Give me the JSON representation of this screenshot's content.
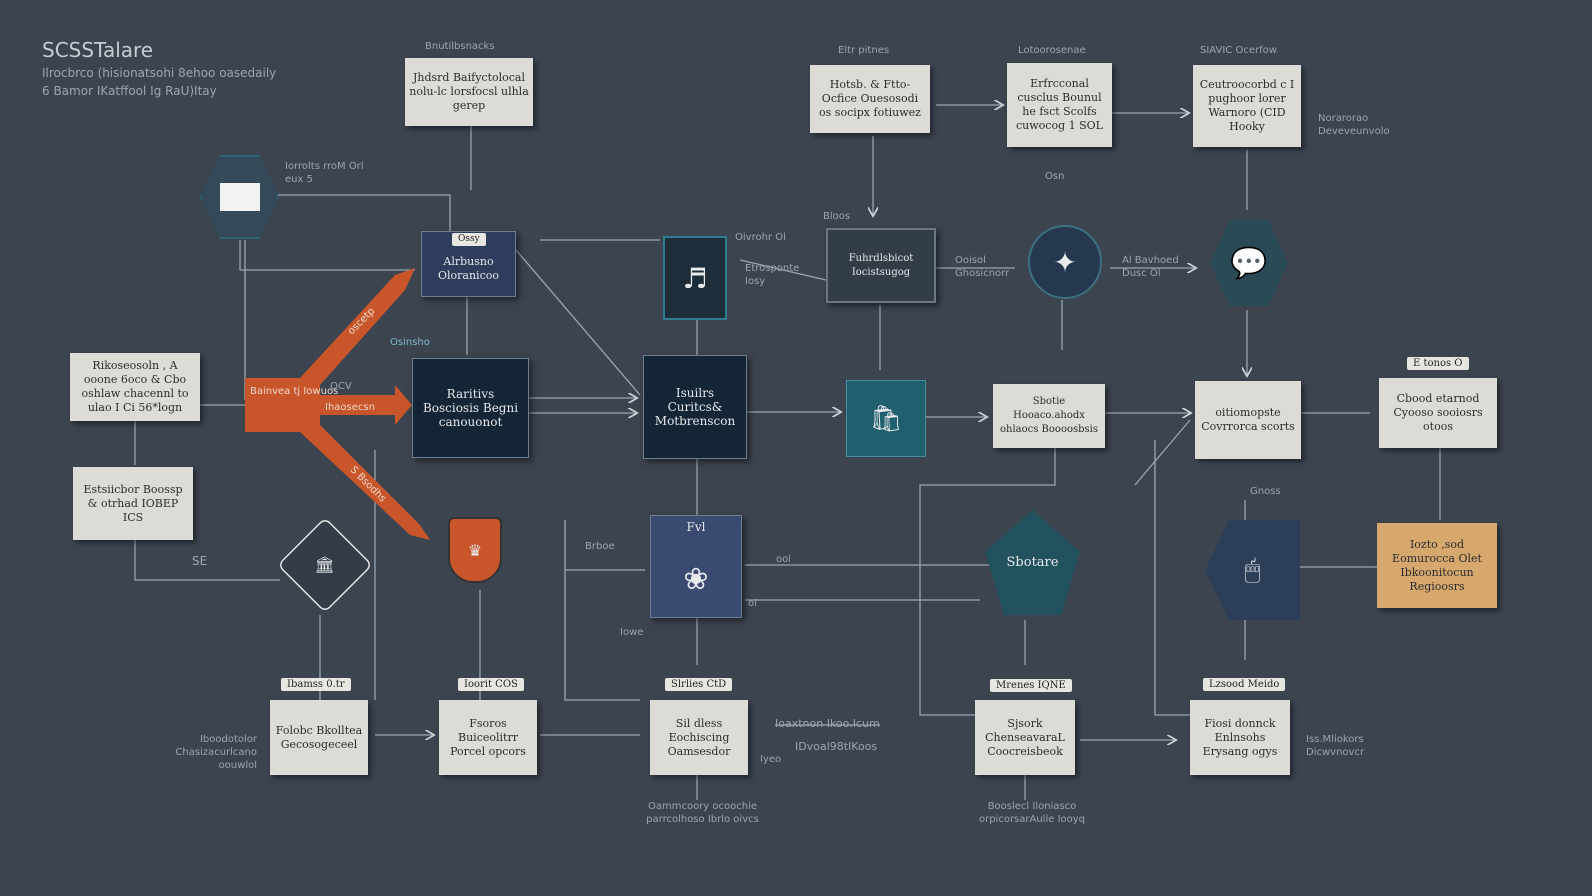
{
  "header": {
    "title": "SCSSTalare",
    "subtitle_1": "Ilrocbrco (hisionatsohi 8ehoo oasedaily",
    "subtitle_2": "6 Bamor IKatffool Ig RaU)Itay"
  },
  "top_nodes": [
    {
      "caption": "Bnutilbsnacks",
      "text": "Jhdsrd Baifyctolocal nolu-lc lorsfocsl ulhla gerep"
    },
    {
      "caption": "Eltr pitnes",
      "text": "Hotsb. & Ftto-Ocfice Ouesosodi os socipx fotiuwez"
    },
    {
      "caption": "Lotoorosenae",
      "text": "Erfrcconal cusclus Bounul he fsct Scolfs cuwocog 1 SOL"
    },
    {
      "caption": "SIAVIC Ocerfow",
      "text": "Ceutroocorbd c I pughoor lorer Warnoro (CID Hooky"
    }
  ],
  "side_labels": {
    "top_right": "Norarorao Deveveunvolo",
    "hex_top_left": "Iorrolts rroM Orl eux 5",
    "mid_left_a": "Osinsho",
    "mid_left_b": "OCV",
    "arrow_top": "oscetp",
    "arrow_mid": "Ihaosecsn",
    "arrow_low": "S Bsodhs",
    "diamond": "SE",
    "blank_1": "Oivrohr Ol",
    "blank_2": "Etrosponte Iosy",
    "bloss": "Bloos",
    "conn_right_a": "Ooisol Ghosicnorr",
    "conn_right_b": "Al Bavhoed Dusc Ol",
    "hex_label": "Osn",
    "blade": "Brboe",
    "ool": "ool",
    "lowe": "Iowe",
    "ol": "ol",
    "bottom_left": "Iboodotolor Chasizacurlcano oouwlol",
    "bottom_mid_a": "Ioaxtnon Ikoo.Icum",
    "bottom_mid_b": "IDvoal98tIKoos",
    "bottom_mid_c": "Iyeo",
    "bottom_below_1": "Oammcoory ocoochie parrcolhoso Ibrlo oivcs",
    "bottom_below_2": "Booslecl Iloniasco orpicorsarAulle Iooyq",
    "bottom_right": "Iss.Mliokors Dicwvnovcr",
    "gnoss": "Gnoss"
  },
  "left_nodes": [
    {
      "text": "Rikoseosoln , A ooone 6oco & Cbo oshlaw chacennl to ulao I Ci 56*logn"
    },
    {
      "text": "Estsiicbor Boossp & otrhad IOBEP ICS"
    }
  ],
  "orange_source": {
    "text": "Bainvea tj Iowuos"
  },
  "center_nodes": [
    {
      "tag": "Ossy",
      "text": "Alrbusno Oloranicoo"
    },
    {
      "text": "Raritivs Bosciosis Begni canouonot"
    },
    {
      "text": "Isuilrs Curitcs& Motbrenscon"
    },
    {
      "text": "Fuhrdlsbicot Iocistsugog"
    },
    {
      "text": "Fvl"
    }
  ],
  "right_nodes": [
    {
      "text": "Sbotie Hooaco.ahodx ohlaocs Boooosbsis"
    },
    {
      "text": "oitiomopste Covrrorca scorts"
    },
    {
      "tag": "E tonos O",
      "text": "Cbood etarnod Cyooso sooiosrs otoos"
    },
    {
      "text": "Iozto ,sod Eomurocca Olet Ibkoonitocun Regioosrs"
    }
  ],
  "hex_nodes": {
    "teal_diamond": "Sbotare"
  },
  "bottom_nodes": [
    {
      "tag": "Ibamss 0.tr",
      "text": "Folobc Bkolltea Gecosogeceel"
    },
    {
      "tag": "Ioorit COS",
      "text": "Fsoros Buiceolitrr Porcel opcors"
    },
    {
      "tag": "Slrlies CtD",
      "text": "Sil dless Eochiscing Oamsesdor"
    },
    {
      "tag": "Mrenes IQNE",
      "text": "Sjsork ChenseavaraL Coocreisbeok"
    },
    {
      "tag": "Lzsood Meido",
      "text": "Fiosi donnck Enlnsohs Erysang ogys"
    }
  ],
  "colors": {
    "background": "#3c4450",
    "accent_orange": "#c9552a",
    "teal": "#1f5f6e",
    "navy": "#2e3d5c",
    "tan": "#d6a86e",
    "box": "#dddbd5"
  }
}
